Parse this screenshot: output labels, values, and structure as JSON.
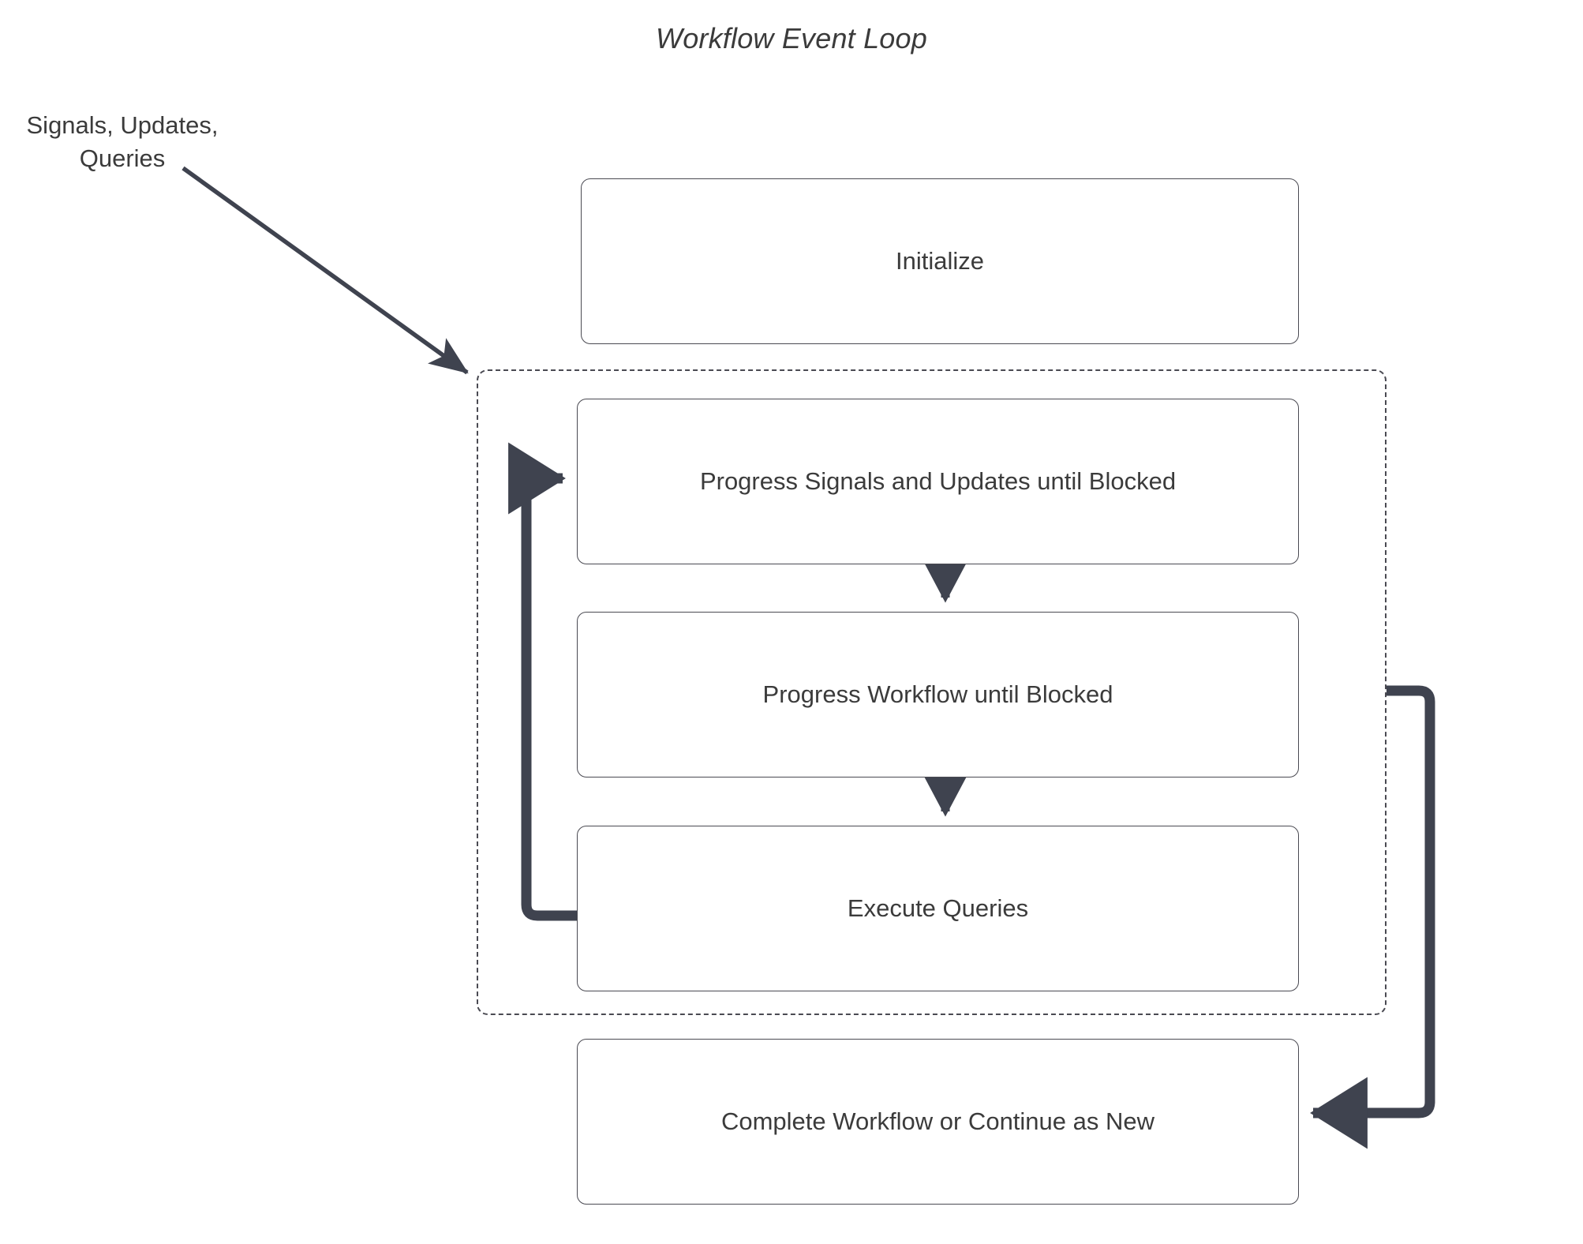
{
  "diagram": {
    "title": "Workflow Event Loop",
    "type": "flowchart",
    "external_input_label": "Signals, Updates,\nQueries",
    "external_input_line1": "Signals, Updates,",
    "external_input_line2": "Queries",
    "colors": {
      "stroke": "#4a4a52",
      "text": "#3b3b3b",
      "background": "#ffffff",
      "arrow": "#3f434f"
    },
    "nodes": [
      {
        "id": "initialize",
        "label": "Initialize",
        "shape": "rounded-rect"
      },
      {
        "id": "progress-signals",
        "label": "Progress Signals and Updates until Blocked",
        "shape": "rounded-rect"
      },
      {
        "id": "progress-workflow",
        "label": "Progress Workflow until Blocked",
        "shape": "rounded-rect"
      },
      {
        "id": "execute-queries",
        "label": "Execute Queries",
        "shape": "rounded-rect"
      },
      {
        "id": "complete",
        "label": "Complete Workflow or Continue as New",
        "shape": "rounded-rect"
      }
    ],
    "loop_region": {
      "id": "event-loop-region",
      "style": "dashed",
      "label": ""
    },
    "edges": [
      {
        "from": "external-input",
        "to": "event-loop-region",
        "style": "solid-thin",
        "arrow": "end"
      },
      {
        "from": "progress-signals",
        "to": "progress-workflow",
        "style": "solid",
        "arrow": "end"
      },
      {
        "from": "progress-workflow",
        "to": "execute-queries",
        "style": "solid",
        "arrow": "end"
      },
      {
        "from": "execute-queries",
        "to": "progress-signals",
        "style": "solid-thick",
        "arrow": "end"
      },
      {
        "from": "event-loop-region",
        "to": "complete",
        "style": "solid-thick",
        "arrow": "end"
      }
    ]
  }
}
